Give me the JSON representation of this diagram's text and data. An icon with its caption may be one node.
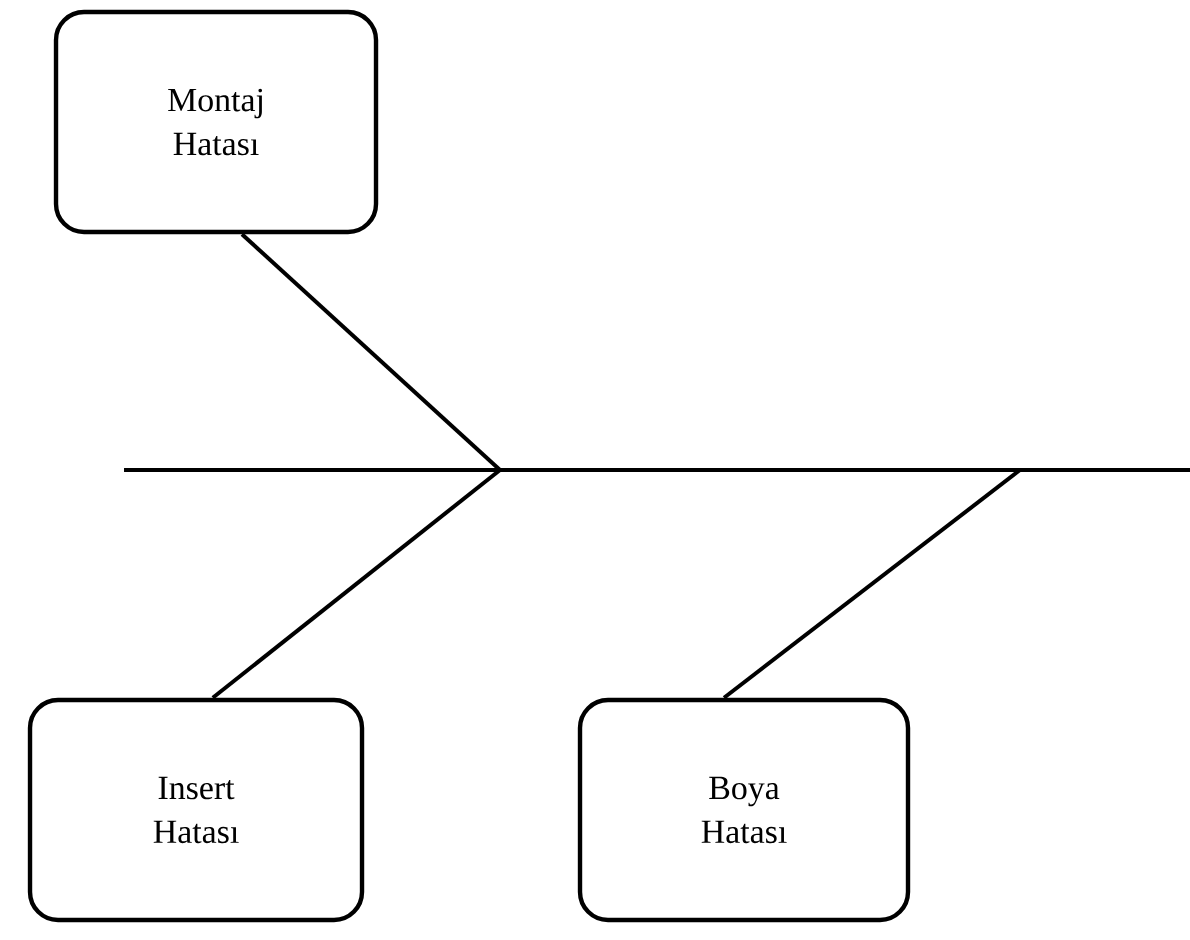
{
  "diagram": {
    "nodes": [
      {
        "text": [
          "Montaj Hatası"
        ]
      },
      {
        "text": [
          "Insert Hatası"
        ]
      },
      {
        "text": [
          "Boya Hatası"
        ]
      }
    ],
    "edges": [
      {
        "from": 0,
        "to": null,
        "arrow": "none"
      },
      {
        "from": 1,
        "to": null,
        "arrow": "none"
      },
      {
        "from": 2,
        "to": null,
        "arrow": "none"
      }
    ]
  }
}
